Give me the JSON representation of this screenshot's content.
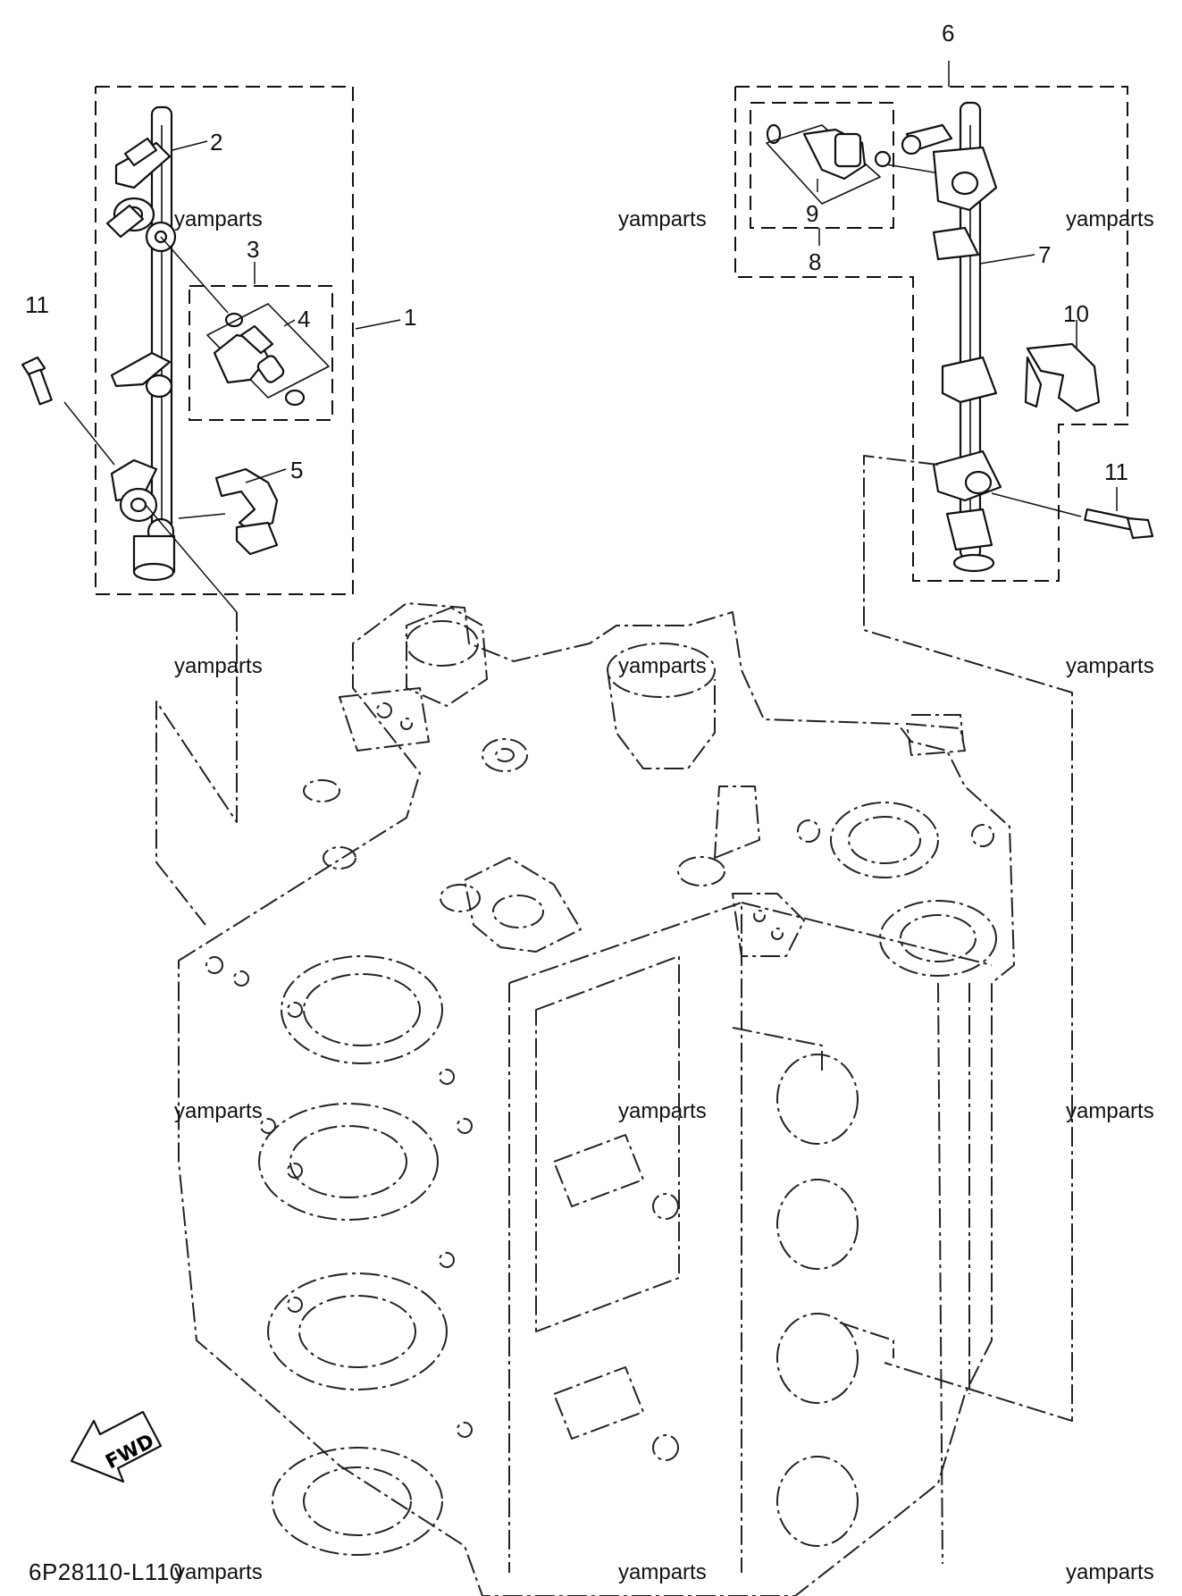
{
  "callouts": {
    "c1": "1",
    "c2": "2",
    "c3": "3",
    "c4": "4",
    "c5": "5",
    "c6": "6",
    "c7": "7",
    "c8": "8",
    "c9": "9",
    "c10": "10",
    "c11_left": "11",
    "c11_right": "11"
  },
  "watermark": "yamparts",
  "diagram_code": "6P28110-L110",
  "fwd_label": "FWD"
}
